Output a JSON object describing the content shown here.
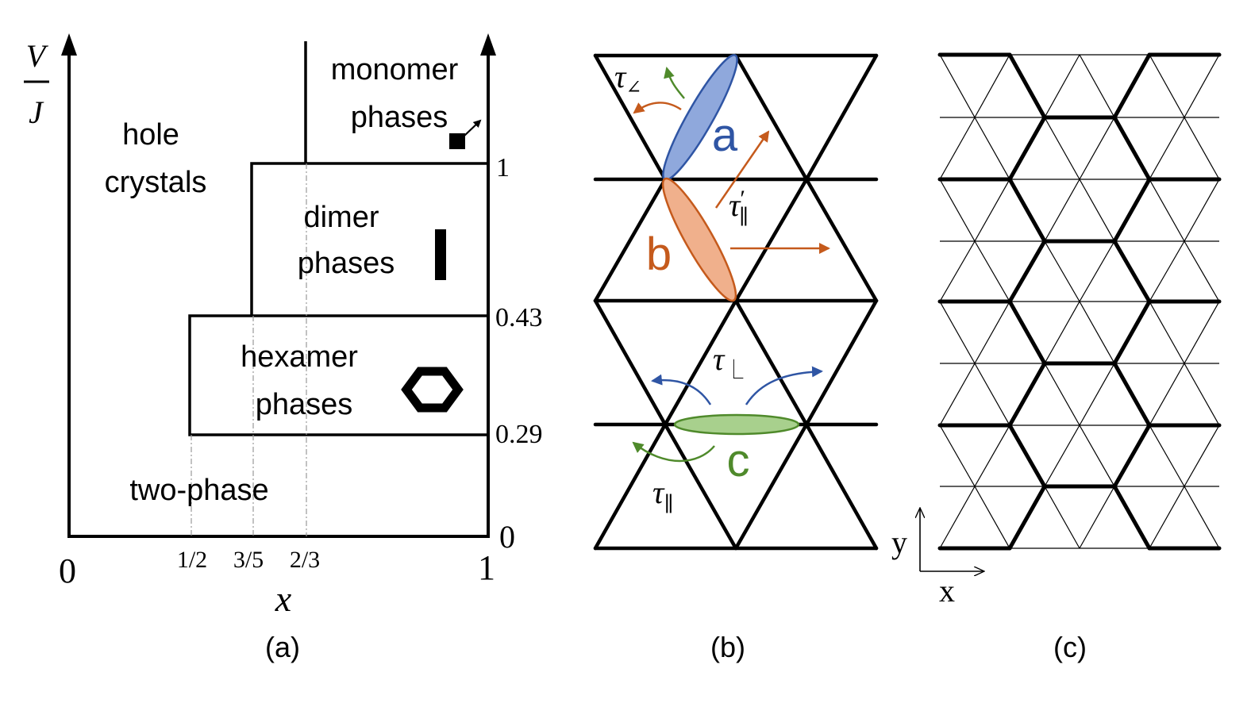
{
  "panel_a": {
    "caption": "(a)",
    "y_axis": {
      "V": "V",
      "J": "J"
    },
    "x_axis_label": "x",
    "origin_label": "0",
    "x_end_label": "1",
    "x_ticks": [
      "1/2",
      "3/5",
      "2/3"
    ],
    "right_ticks": [
      "1",
      "0.43",
      "0.29",
      "0"
    ],
    "regions": {
      "hole_1": "hole",
      "hole_2": "crystals",
      "monomer_1": "monomer",
      "monomer_2": "phases",
      "dimer_1": "dimer",
      "dimer_2": "phases",
      "hexamer_1": "hexamer",
      "hexamer_2": "phases",
      "two_phase": "two-phase"
    }
  },
  "panel_b": {
    "caption": "(b)",
    "dimers": [
      {
        "label": "a",
        "color": "#2f55a4",
        "fill": "#8fa8dc"
      },
      {
        "label": "b",
        "color": "#c55a1c",
        "fill": "#f0b08c"
      },
      {
        "label": "c",
        "color": "#4f8a2b",
        "fill": "#a8d08d"
      }
    ],
    "hops": {
      "tau": "τ",
      "angle_sub": "∠",
      "par_sub": "∥",
      "prime": "′",
      "bent_sub": "⎿"
    }
  },
  "panel_c": {
    "caption": "(c)",
    "axis_y": "y",
    "axis_x": "x"
  }
}
